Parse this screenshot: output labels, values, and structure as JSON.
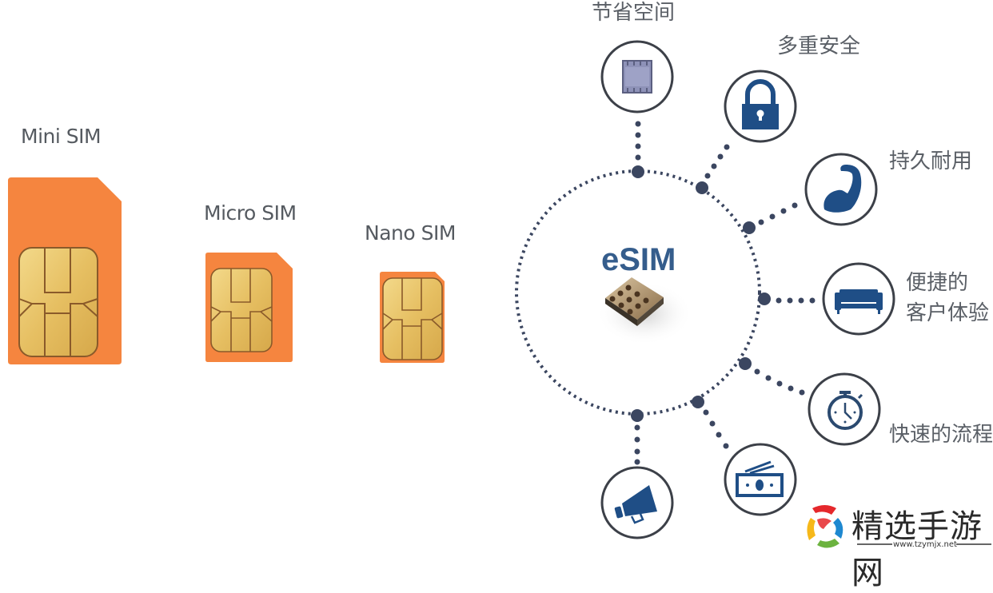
{
  "sims": [
    {
      "name": "Mini SIM"
    },
    {
      "name": "Micro SIM"
    },
    {
      "name": "Nano SIM"
    }
  ],
  "esim": {
    "title": "eSIM"
  },
  "features": [
    {
      "label": "节省空间",
      "icon": "chip-icon"
    },
    {
      "label": "多重安全",
      "icon": "lock-icon"
    },
    {
      "label": "持久耐用",
      "icon": "muscle-arm-icon"
    },
    {
      "label_line1": "便捷的",
      "label_line2": "客户体验",
      "icon": "sofa-icon"
    },
    {
      "label": "快速的流程",
      "icon": "stopwatch-icon"
    },
    {
      "label": "",
      "icon": "money-icon"
    },
    {
      "label": "",
      "icon": "megaphone-icon"
    }
  ],
  "colors": {
    "sim_orange": "#f5853f",
    "chip_gold": "#e9c46a",
    "icon_blue": "#1f4e86",
    "ring_gray": "#3c4048",
    "dot_color": "#3b4660",
    "esim_blue": "#355d8c"
  },
  "watermark": {
    "title": "精选手游网",
    "url": "www.tzymjx.net"
  }
}
